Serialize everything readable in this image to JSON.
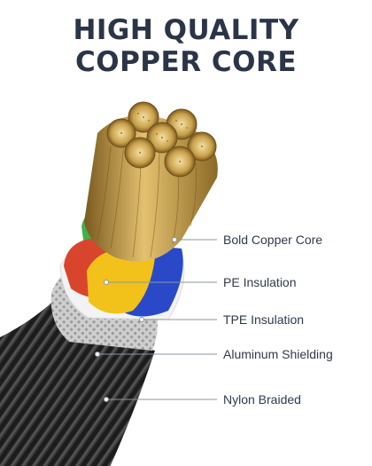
{
  "headline": {
    "line1": "HIGH QUALITY",
    "line2": "COPPER CORE"
  },
  "callouts": [
    {
      "label": "Bold Copper Core"
    },
    {
      "label": "PE Insulation"
    },
    {
      "label": "TPE Insulation"
    },
    {
      "label": "Aluminum Shielding"
    },
    {
      "label": "Nylon Braided"
    }
  ],
  "colors": {
    "headline": "#2b3548",
    "copper": "#c8a24a",
    "wire_red": "#d8452c",
    "wire_yellow": "#f2c21b",
    "wire_blue": "#2a49c9",
    "wire_green": "#3fb24a",
    "tpe_white": "#f4f4f4",
    "aluminum": "#c9c9c9",
    "nylon": "#1f1f1f"
  }
}
